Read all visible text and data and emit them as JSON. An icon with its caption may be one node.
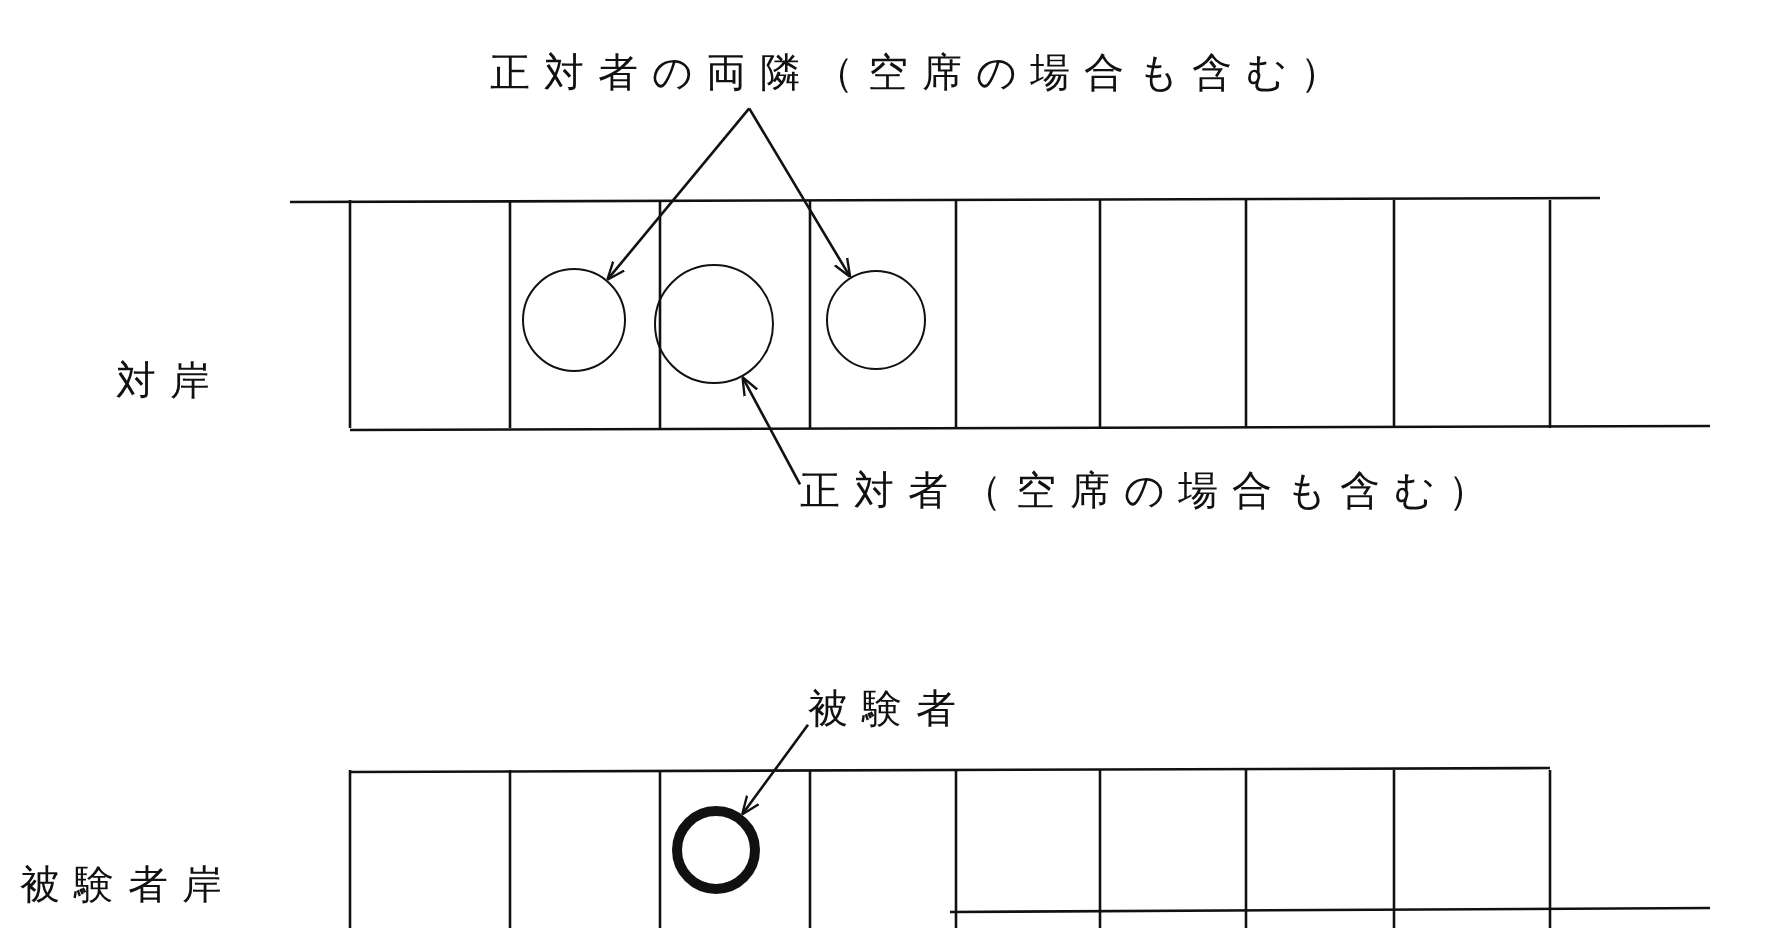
{
  "diagram": {
    "nodes": [
      {
        "text": [
          "正対者の両隣（空席の場合も含む）"
        ]
      },
      {
        "text": [],
        "shape": "circle"
      },
      {
        "text": [],
        "shape": "circle"
      },
      {
        "text": [],
        "shape": "circle"
      },
      {
        "text": [
          "正対者（空席の場合も含む）"
        ]
      },
      {
        "text": [
          "被験者"
        ]
      },
      {
        "text": [],
        "shape": "circle"
      }
    ],
    "edges": [
      {
        "from": 0,
        "to": 1,
        "arrow": "to"
      },
      {
        "from": 0,
        "to": 3,
        "arrow": "to"
      },
      {
        "from": 4,
        "to": 2,
        "arrow": "to"
      },
      {
        "from": 5,
        "to": 6,
        "arrow": "to"
      }
    ],
    "labels": [
      "対岸",
      "被験者岸"
    ]
  }
}
